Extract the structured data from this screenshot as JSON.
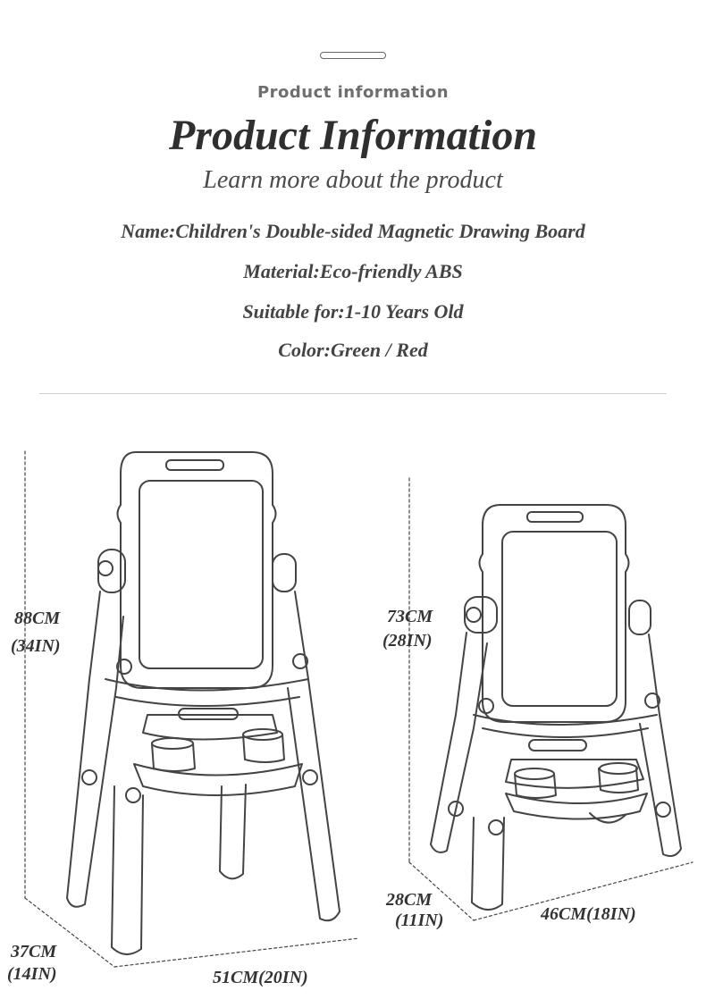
{
  "header": {
    "eyebrow": "Product information",
    "title": "Product Information",
    "subtitle": "Learn more about the product"
  },
  "specs": {
    "name": "Name:Children's Double-sided Magnetic Drawing Board",
    "material": "Material:Eco-friendly ABS",
    "suitable": "Suitable for:1-10 Years Old",
    "color": "Color:Green / Red"
  },
  "dimensions": {
    "large": {
      "height_cm": "88CM",
      "height_in": "(34IN)",
      "depth_cm": "37CM",
      "depth_in": "(14IN)",
      "width": "51CM(20IN)"
    },
    "small": {
      "height_cm": "73CM",
      "height_in": "(28IN)",
      "depth_cm": "28CM",
      "depth_in": "(11IN)",
      "width": "46CM(18IN)"
    }
  }
}
